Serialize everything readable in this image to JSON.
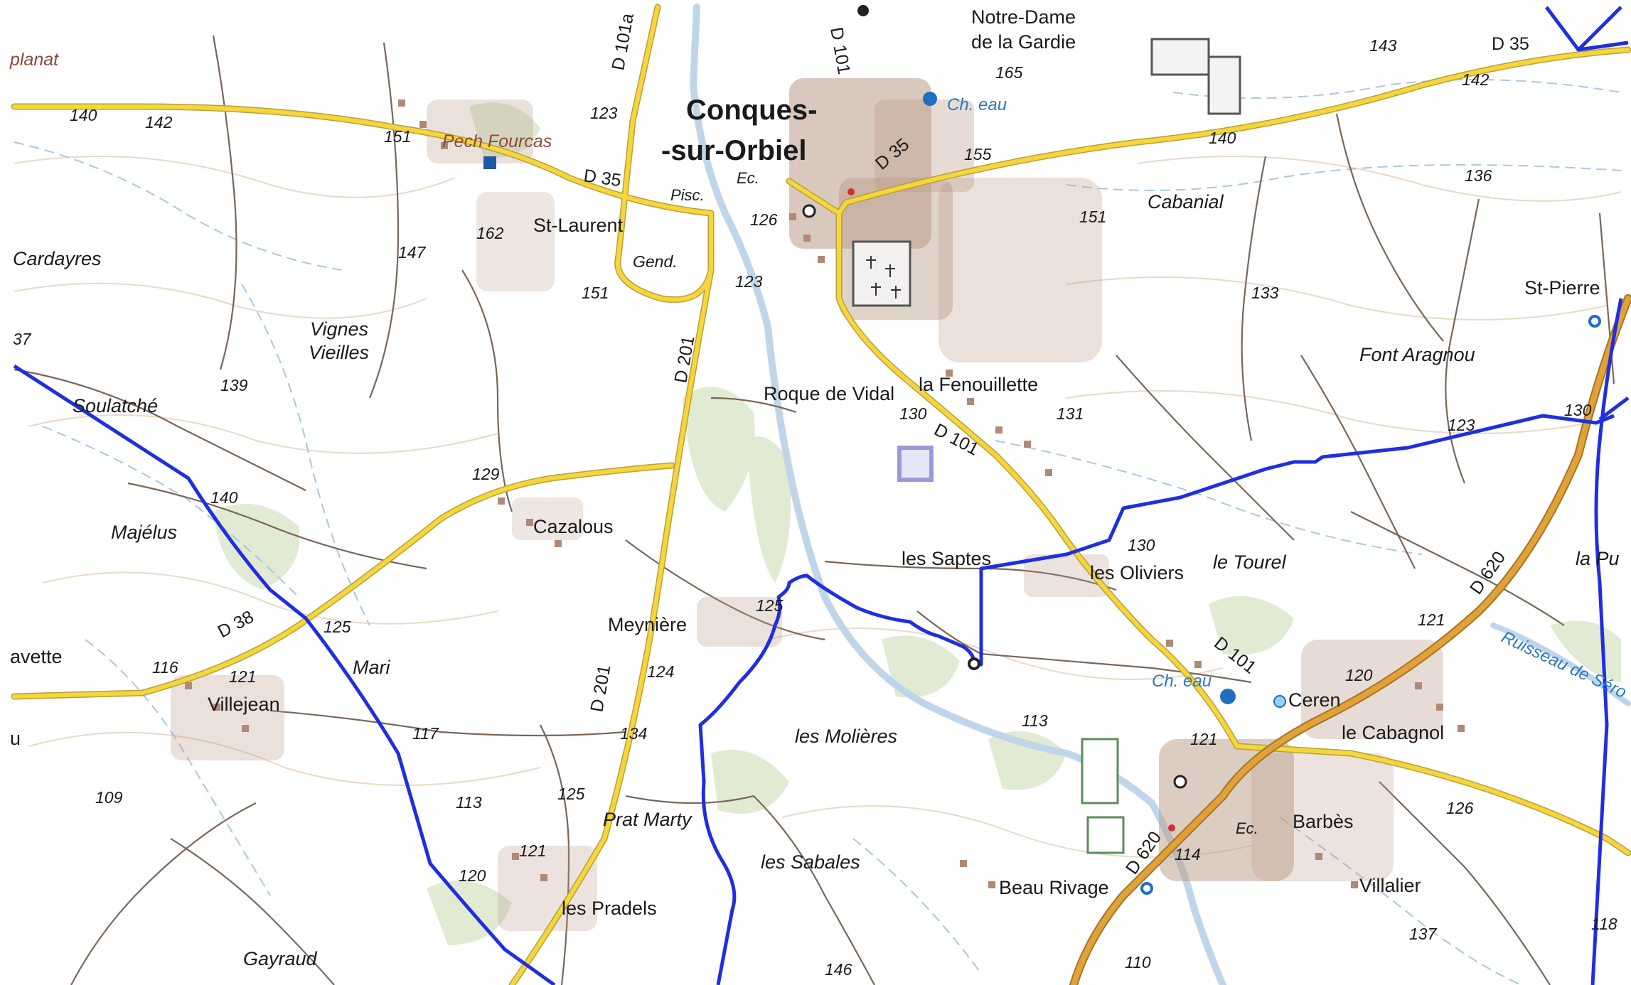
{
  "map": {
    "colors": {
      "background": "#ffffff",
      "contour": "#e9dccf",
      "hydro": "#9ec3e4",
      "river": "#bcd5ea",
      "vegetation": "#d8e6c6",
      "track": "#6e5b4e",
      "road_yellow": "#f5d63c",
      "road_orange": "#e0a23a",
      "boundary": "#1f2fe0",
      "building": "#b99b87",
      "water_point": "#1e6fc4"
    },
    "places": {
      "conques_1": "Conques-",
      "conques_2": "-sur-Orbiel",
      "notre_dame_1": "Notre-Dame",
      "notre_dame_2": "de la Gardie",
      "st_laurent": "St-Laurent",
      "cazalous": "Cazalous",
      "meyniere": "Meynière",
      "villejean": "Villejean",
      "les_pradels": "les Pradels",
      "la_fenouillette": "la Fenouillette",
      "roque_de_vidal": "Roque de Vidal",
      "les_saptes": "les Saptes",
      "les_oliviers": "les Oliviers",
      "ceren": "Ceren",
      "le_cabagnol": "le Cabagnol",
      "barbes": "Barbès",
      "villalier": "Villalier",
      "beau_rivage": "Beau Rivage",
      "st_pierre": "St-Pierre",
      "gend": "Gend.",
      "ec_1": "Ec.",
      "ec_2": "Ec.",
      "pisc": "Pisc."
    },
    "lieux": {
      "planat": "planat",
      "pech_fourcas": "Pech Fourcas",
      "cardayres": "Cardayres",
      "vignes_1": "Vignes",
      "vignes_2": "Vieilles",
      "soulatche": "Soulatché",
      "majelus": "Majélus",
      "avette": "avette",
      "u": "u",
      "mari": "Mari",
      "gayraud": "Gayraud",
      "prat_marty": "Prat Marty",
      "les_molieres": "les Molières",
      "les_sabales": "les Sabales",
      "cabanial": "Cabanial",
      "font_aragnou": "Font Aragnou",
      "le_tourel": "le Tourel",
      "la_pu": "la Pu"
    },
    "water": {
      "ch_eau_1": "Ch. eau",
      "ch_eau_2": "Ch. eau",
      "ruisseau": "Ruisseau de Séro"
    },
    "roads": {
      "d35_a": "D 35",
      "d35_b": "D 35",
      "d35_c": "D 35",
      "d101a": "D 101a",
      "d101_a": "D 101",
      "d101_b": "D 101",
      "d101_c": "D 101",
      "d201_a": "D 201",
      "d201_b": "D 201",
      "d38": "D 38",
      "d620_a": "D 620",
      "d620_b": "D 620"
    },
    "altitudes": [
      {
        "id": "a140w",
        "v": "140"
      },
      {
        "id": "a142w",
        "v": "142"
      },
      {
        "id": "a151w",
        "v": "151"
      },
      {
        "id": "a162",
        "v": "162"
      },
      {
        "id": "a147",
        "v": "147"
      },
      {
        "id": "a151s",
        "v": "151"
      },
      {
        "id": "a37",
        "v": "37"
      },
      {
        "id": "a139",
        "v": "139"
      },
      {
        "id": "a140s",
        "v": "140"
      },
      {
        "id": "a129",
        "v": "129"
      },
      {
        "id": "a125w",
        "v": "125"
      },
      {
        "id": "a116",
        "v": "116"
      },
      {
        "id": "a121w",
        "v": "121"
      },
      {
        "id": "a117",
        "v": "117"
      },
      {
        "id": "a109",
        "v": "109"
      },
      {
        "id": "a113w",
        "v": "113"
      },
      {
        "id": "a121s",
        "v": "121"
      },
      {
        "id": "a120s",
        "v": "120"
      },
      {
        "id": "a125s",
        "v": "125"
      },
      {
        "id": "a134",
        "v": "134"
      },
      {
        "id": "a124",
        "v": "124"
      },
      {
        "id": "a125m",
        "v": "125"
      },
      {
        "id": "a123n",
        "v": "123"
      },
      {
        "id": "a126",
        "v": "126"
      },
      {
        "id": "a123c",
        "v": "123"
      },
      {
        "id": "a165",
        "v": "165"
      },
      {
        "id": "a155",
        "v": "155"
      },
      {
        "id": "a151e",
        "v": "151"
      },
      {
        "id": "a143",
        "v": "143"
      },
      {
        "id": "a142e",
        "v": "142"
      },
      {
        "id": "a140e",
        "v": "140"
      },
      {
        "id": "a136",
        "v": "136"
      },
      {
        "id": "a133",
        "v": "133"
      },
      {
        "id": "a130f",
        "v": "130"
      },
      {
        "id": "a131",
        "v": "131"
      },
      {
        "id": "a130e",
        "v": "130"
      },
      {
        "id": "a123e",
        "v": "123"
      },
      {
        "id": "a130o",
        "v": "130"
      },
      {
        "id": "a121e",
        "v": "121"
      },
      {
        "id": "a120e",
        "v": "120"
      },
      {
        "id": "a113c",
        "v": "113"
      },
      {
        "id": "a121b",
        "v": "121"
      },
      {
        "id": "a114",
        "v": "114"
      },
      {
        "id": "a126e",
        "v": "126"
      },
      {
        "id": "a137",
        "v": "137"
      },
      {
        "id": "a118",
        "v": "118"
      },
      {
        "id": "a110",
        "v": "110"
      },
      {
        "id": "a146",
        "v": "146"
      }
    ]
  }
}
